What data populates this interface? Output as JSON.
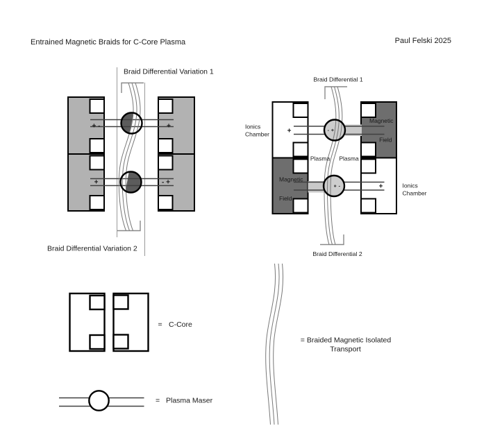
{
  "header": {
    "title": "Entrained Magnetic Braids for C-Core Plasma",
    "author": "Paul Felski 2025"
  },
  "variation_diagram": {
    "top_label": "Braid Differential Variation 1",
    "bottom_label": "Braid Differential Variation 2",
    "polarity_top_left": "+ -",
    "polarity_top_right": "+",
    "polarity_bottom_left": "+",
    "polarity_bottom_right": "- +"
  },
  "chamber_diagram": {
    "top_label": "Braid Differential 1",
    "bottom_label": "Braid Differential 2",
    "ionics_left_line1": "Ionics",
    "ionics_left_line2": "Chamber",
    "ionics_right_line1": "Ionics",
    "ionics_right_line2": "Chamber",
    "magnetic_top_right_line1": "Magnetic",
    "magnetic_top_right_line2": "Field",
    "magnetic_bottom_left_line1": "Magnetic",
    "magnetic_bottom_left_line2": "Field",
    "plasma_left": "Plasma",
    "plasma_right": "Plasma",
    "maser_top_polarity": "- +",
    "maser_bottom_polarity": "+ -",
    "polarity_left": "+",
    "polarity_right": "+"
  },
  "legend": {
    "c_core_equals": "=",
    "c_core_label": "C-Core",
    "maser_equals": "=",
    "maser_label": "Plasma Maser",
    "braid_label_line1": "= Braided Magnetic Isolated",
    "braid_label_line2": "Transport"
  },
  "colors": {
    "core_gray": "#b2b2b2",
    "dark_gray": "#6e6e6e",
    "band_gray": "#c9c9c9",
    "maser_gray": "#cdcdcd",
    "maser_dark": "#5c5c5c",
    "ink": "#1a1a1a"
  }
}
